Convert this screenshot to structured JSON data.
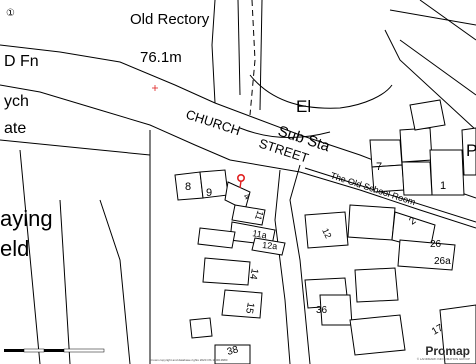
{
  "map": {
    "labels": {
      "north_marker": "①",
      "old_rectory": "Old Rectory",
      "spot_height": "76.1m",
      "d_fn": "D Fn",
      "ych": "ych",
      "ate": "ate",
      "aying": "aying",
      "eld": "eld",
      "church_street_1": "CHURCH",
      "church_street_2": "STREET",
      "sub_sta": "Sub Sta",
      "el": "El",
      "old_school_room": "The Old School Room",
      "p": "P"
    },
    "house_numbers": {
      "n1": "1",
      "n2": "2",
      "n4": "4",
      "n7": "7",
      "n8": "8",
      "n9": "9",
      "n11": "11",
      "n11a": "11a",
      "n12": "12",
      "n12a": "12a",
      "n14": "14",
      "n15": "15",
      "n17": "17",
      "n26": "26",
      "n26a": "26a",
      "n36": "36",
      "n38": "38"
    },
    "marker_color": "#e02020",
    "line_color": "#000000"
  },
  "branding": {
    "name": "Promap",
    "subtitle": "© LANDMARK INFORMATION GROUP"
  },
  "footer": {
    "copyright": "Crown copyright and database rights 2020 OS 100019980"
  }
}
